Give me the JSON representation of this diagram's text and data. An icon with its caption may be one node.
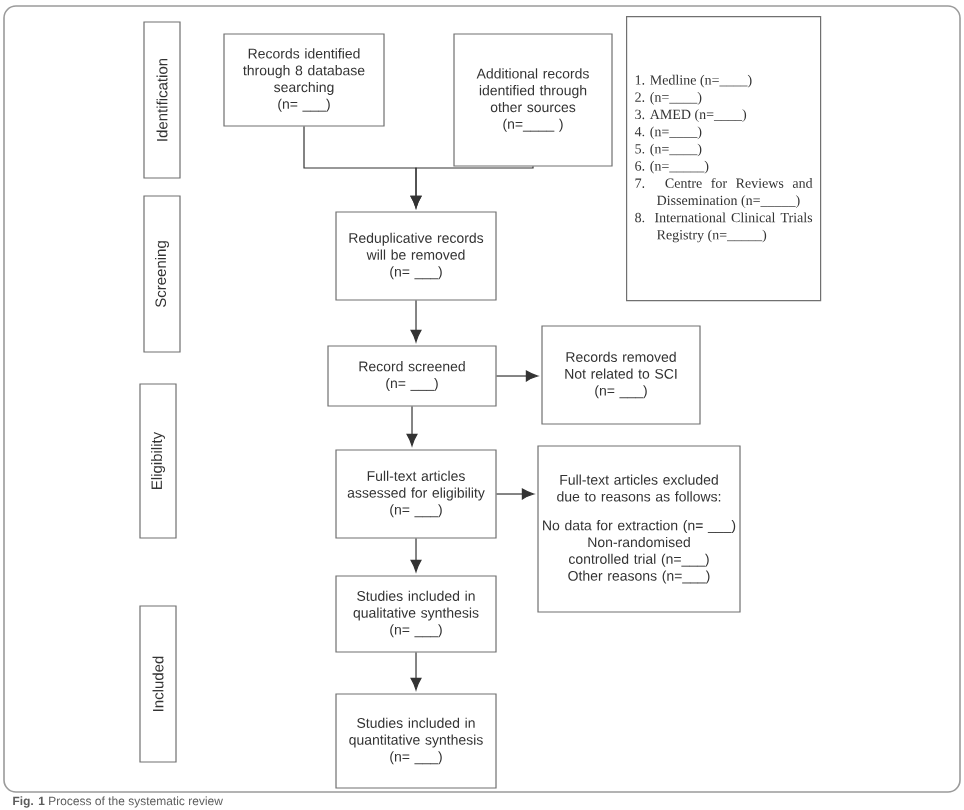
{
  "diagram": {
    "caption": "**Fig. 1** Process of the systematic review",
    "nodes": [
      {
        "text": [
          "Identification"
        ]
      },
      {
        "text": [
          "Screening"
        ]
      },
      {
        "text": [
          "Eligibility"
        ]
      },
      {
        "text": [
          "Included"
        ]
      },
      {
        "text": [
          "Records identified through 8 database searching",
          "(n= ___)"
        ]
      },
      {
        "text": [
          "Additional records identified through other sources",
          "(n=____ )"
        ]
      },
      {
        "text": [
          "1. Medline (n=____)",
          "2. (n=____)",
          "3. AMED (n=____)",
          "4. (n=____)",
          "5. (n=____)",
          "6. (n=_____)",
          "7. Centre for Reviews and Dissemination (n=_____)",
          "8. International Clinical Trials Registry (n=_____)"
        ]
      },
      {
        "text": [
          "Reduplicative records will be removed",
          "(n= ___)"
        ]
      },
      {
        "text": [
          "Record screened",
          "(n= ___)"
        ]
      },
      {
        "text": [
          "Records removed Not related to SCI",
          "(n= ___)"
        ]
      },
      {
        "text": [
          "Full-text articles assessed for eligibility",
          "(n= ___)"
        ]
      },
      {
        "text": [
          "Full-text articles excluded due to reasons as follows:",
          "No data for extraction (n= ___)",
          "Non-randomised controlled trial (n=___)",
          "Other reasons (n=___)"
        ]
      },
      {
        "text": [
          "Studies included in qualitative synthesis",
          "(n= ___)"
        ]
      },
      {
        "text": [
          "Studies included in quantitative synthesis",
          "(n= ___)"
        ]
      }
    ],
    "edges": [
      {
        "from": 4,
        "to": 7,
        "arrow": "to"
      },
      {
        "from": 5,
        "to": 7,
        "arrow": "to"
      },
      {
        "from": 7,
        "to": 8,
        "arrow": "to"
      },
      {
        "from": 8,
        "to": 9,
        "arrow": "to"
      },
      {
        "from": 8,
        "to": 10,
        "arrow": "to"
      },
      {
        "from": 10,
        "to": 11,
        "arrow": "to"
      },
      {
        "from": 10,
        "to": 12,
        "arrow": "to"
      },
      {
        "from": 12,
        "to": 13,
        "arrow": "to"
      }
    ]
  }
}
